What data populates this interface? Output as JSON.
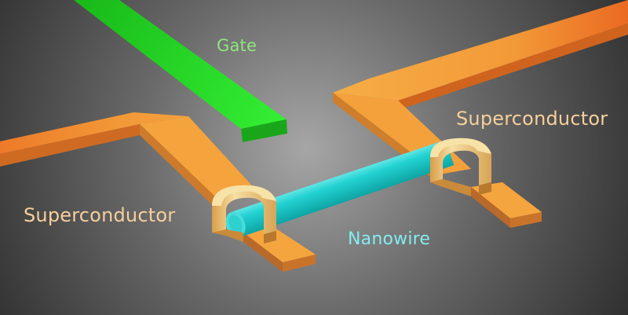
{
  "labels": {
    "gate": "Gate",
    "superconductor_right": "Superconductor",
    "superconductor_left": "Superconductor",
    "nanowire": "Nanowire"
  },
  "colors": {
    "background_center": "#a6a6a6",
    "background_edge": "#2e2e2e",
    "gate": "#22dd22",
    "gate_label": "#8de77a",
    "superconductor": "#f5a33a",
    "superconductor_deep": "#ea6a22",
    "superconductor_label": "#f6cf9c",
    "contact_clamp": "#e9c27a",
    "nanowire": "#16c7c7",
    "nanowire_label": "#83ecef"
  }
}
